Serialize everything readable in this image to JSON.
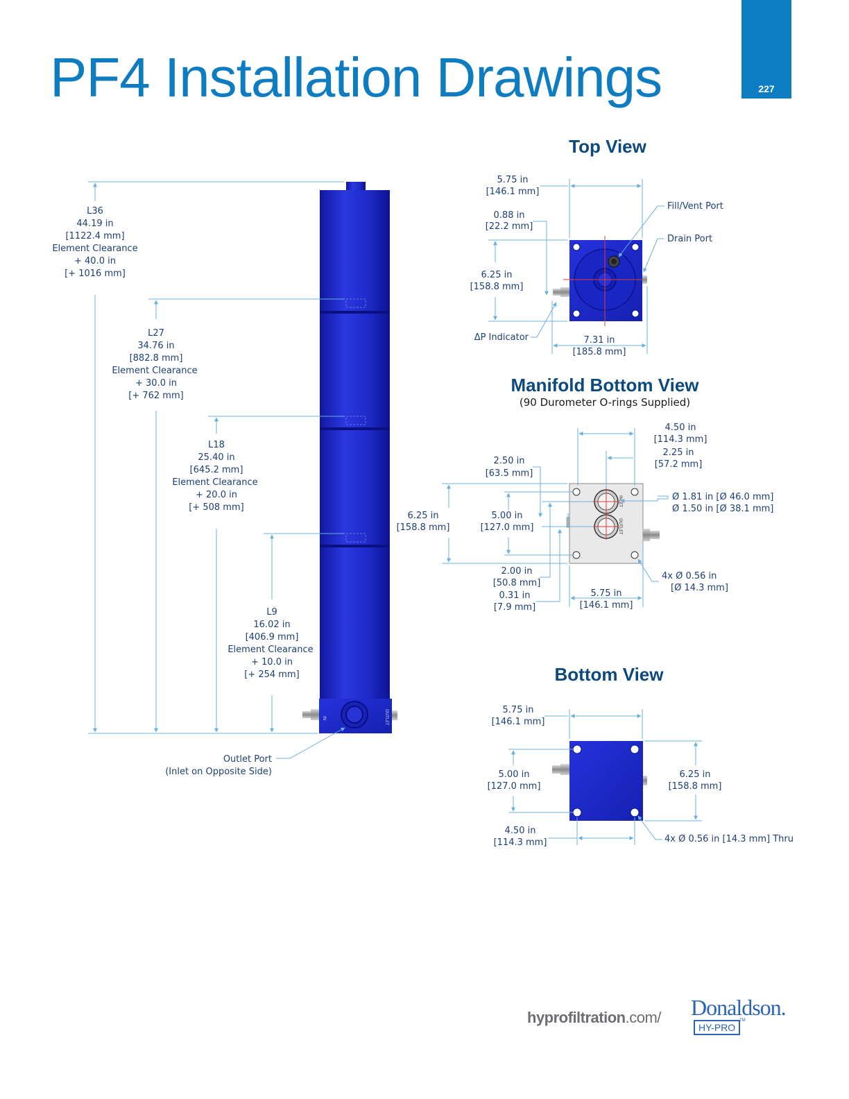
{
  "page": {
    "title": "PF4 Installation Drawings",
    "number": "227"
  },
  "footer": {
    "url_bold": "hyprofiltration",
    "url_rest": ".com/"
  },
  "logo": {
    "name": "Donaldson.",
    "sub": "HY-PRO",
    "tm": "TM"
  },
  "colors": {
    "title": "#0d7cc1",
    "heading": "#0c4a7e",
    "housing": "#1b28c9",
    "dimension": "#6ab0de",
    "label": "#1c3f75"
  },
  "side_view": {
    "l36": {
      "name": "L36",
      "len": "44.19 in",
      "mm": "[1122.4 mm]",
      "clear": "Element Clearance",
      "plus": "+ 40.0 in",
      "plus_mm": "[+ 1016 mm]"
    },
    "l27": {
      "name": "L27",
      "len": "34.76 in",
      "mm": "[882.8 mm]",
      "clear": "Element Clearance",
      "plus": "+ 30.0 in",
      "plus_mm": "[+ 762 mm]"
    },
    "l18": {
      "name": "L18",
      "len": "25.40 in",
      "mm": "[645.2 mm]",
      "clear": "Element Clearance",
      "plus": "+ 20.0 in",
      "plus_mm": "[+ 508 mm]"
    },
    "l9": {
      "name": "L9",
      "len": "16.02 in",
      "mm": "[406.9 mm]",
      "clear": "Element Clearance",
      "plus": "+ 10.0 in",
      "plus_mm": "[+ 254 mm]"
    },
    "outlet": {
      "line1": "Outlet Port",
      "line2": "(Inlet on Opposite Side)"
    },
    "engraving": {
      "left": "IN",
      "right": "OUTLET"
    }
  },
  "top_view": {
    "title": "Top View",
    "width": {
      "in": "5.75 in",
      "mm": "[146.1 mm]"
    },
    "offset": {
      "in": "0.88 in",
      "mm": "[22.2 mm]"
    },
    "height": {
      "in": "6.25 in",
      "mm": "[158.8 mm]"
    },
    "overall": {
      "in": "7.31 in",
      "mm": "[185.8 mm]"
    },
    "fill_port": "Fill/Vent Port",
    "drain_port": "Drain Port",
    "dp_indicator": "ΔP Indicator"
  },
  "manifold_view": {
    "title": "Manifold Bottom View",
    "subtitle": "(90 Durometer O-rings Supplied)",
    "d450": {
      "in": "4.50 in",
      "mm": "[114.3 mm]"
    },
    "d225": {
      "in": "2.25 in",
      "mm": "[57.2 mm]"
    },
    "d250": {
      "in": "2.50 in",
      "mm": "[63.5 mm]"
    },
    "d625": {
      "in": "6.25 in",
      "mm": "[158.8 mm]"
    },
    "d500": {
      "in": "5.00 in",
      "mm": "[127.0 mm]"
    },
    "d200": {
      "in": "2.00 in",
      "mm": "[50.8 mm]"
    },
    "d031": {
      "in": "0.31 in",
      "mm": "[7.9 mm]"
    },
    "d575": {
      "in": "5.75 in",
      "mm": "[146.1 mm]"
    },
    "cbore": {
      "line1": "Ø 1.81 in [Ø 46.0 mm]",
      "line2": "Ø 1.50 in [Ø 38.1 mm]"
    },
    "holes": {
      "line1": "4x Ø 0.56 in",
      "line2": "[Ø 14.3 mm]"
    },
    "inlet_tag": "INLET",
    "outlet_tag": "OUTLET"
  },
  "bottom_view": {
    "title": "Bottom View",
    "width": {
      "in": "5.75 in",
      "mm": "[146.1 mm]"
    },
    "d500": {
      "in": "5.00 in",
      "mm": "[127.0 mm]"
    },
    "d625": {
      "in": "6.25 in",
      "mm": "[158.8 mm]"
    },
    "d450": {
      "in": "4.50 in",
      "mm": "[114.3 mm]"
    },
    "holes": "4x Ø 0.56 in [14.3 mm] Thru"
  }
}
